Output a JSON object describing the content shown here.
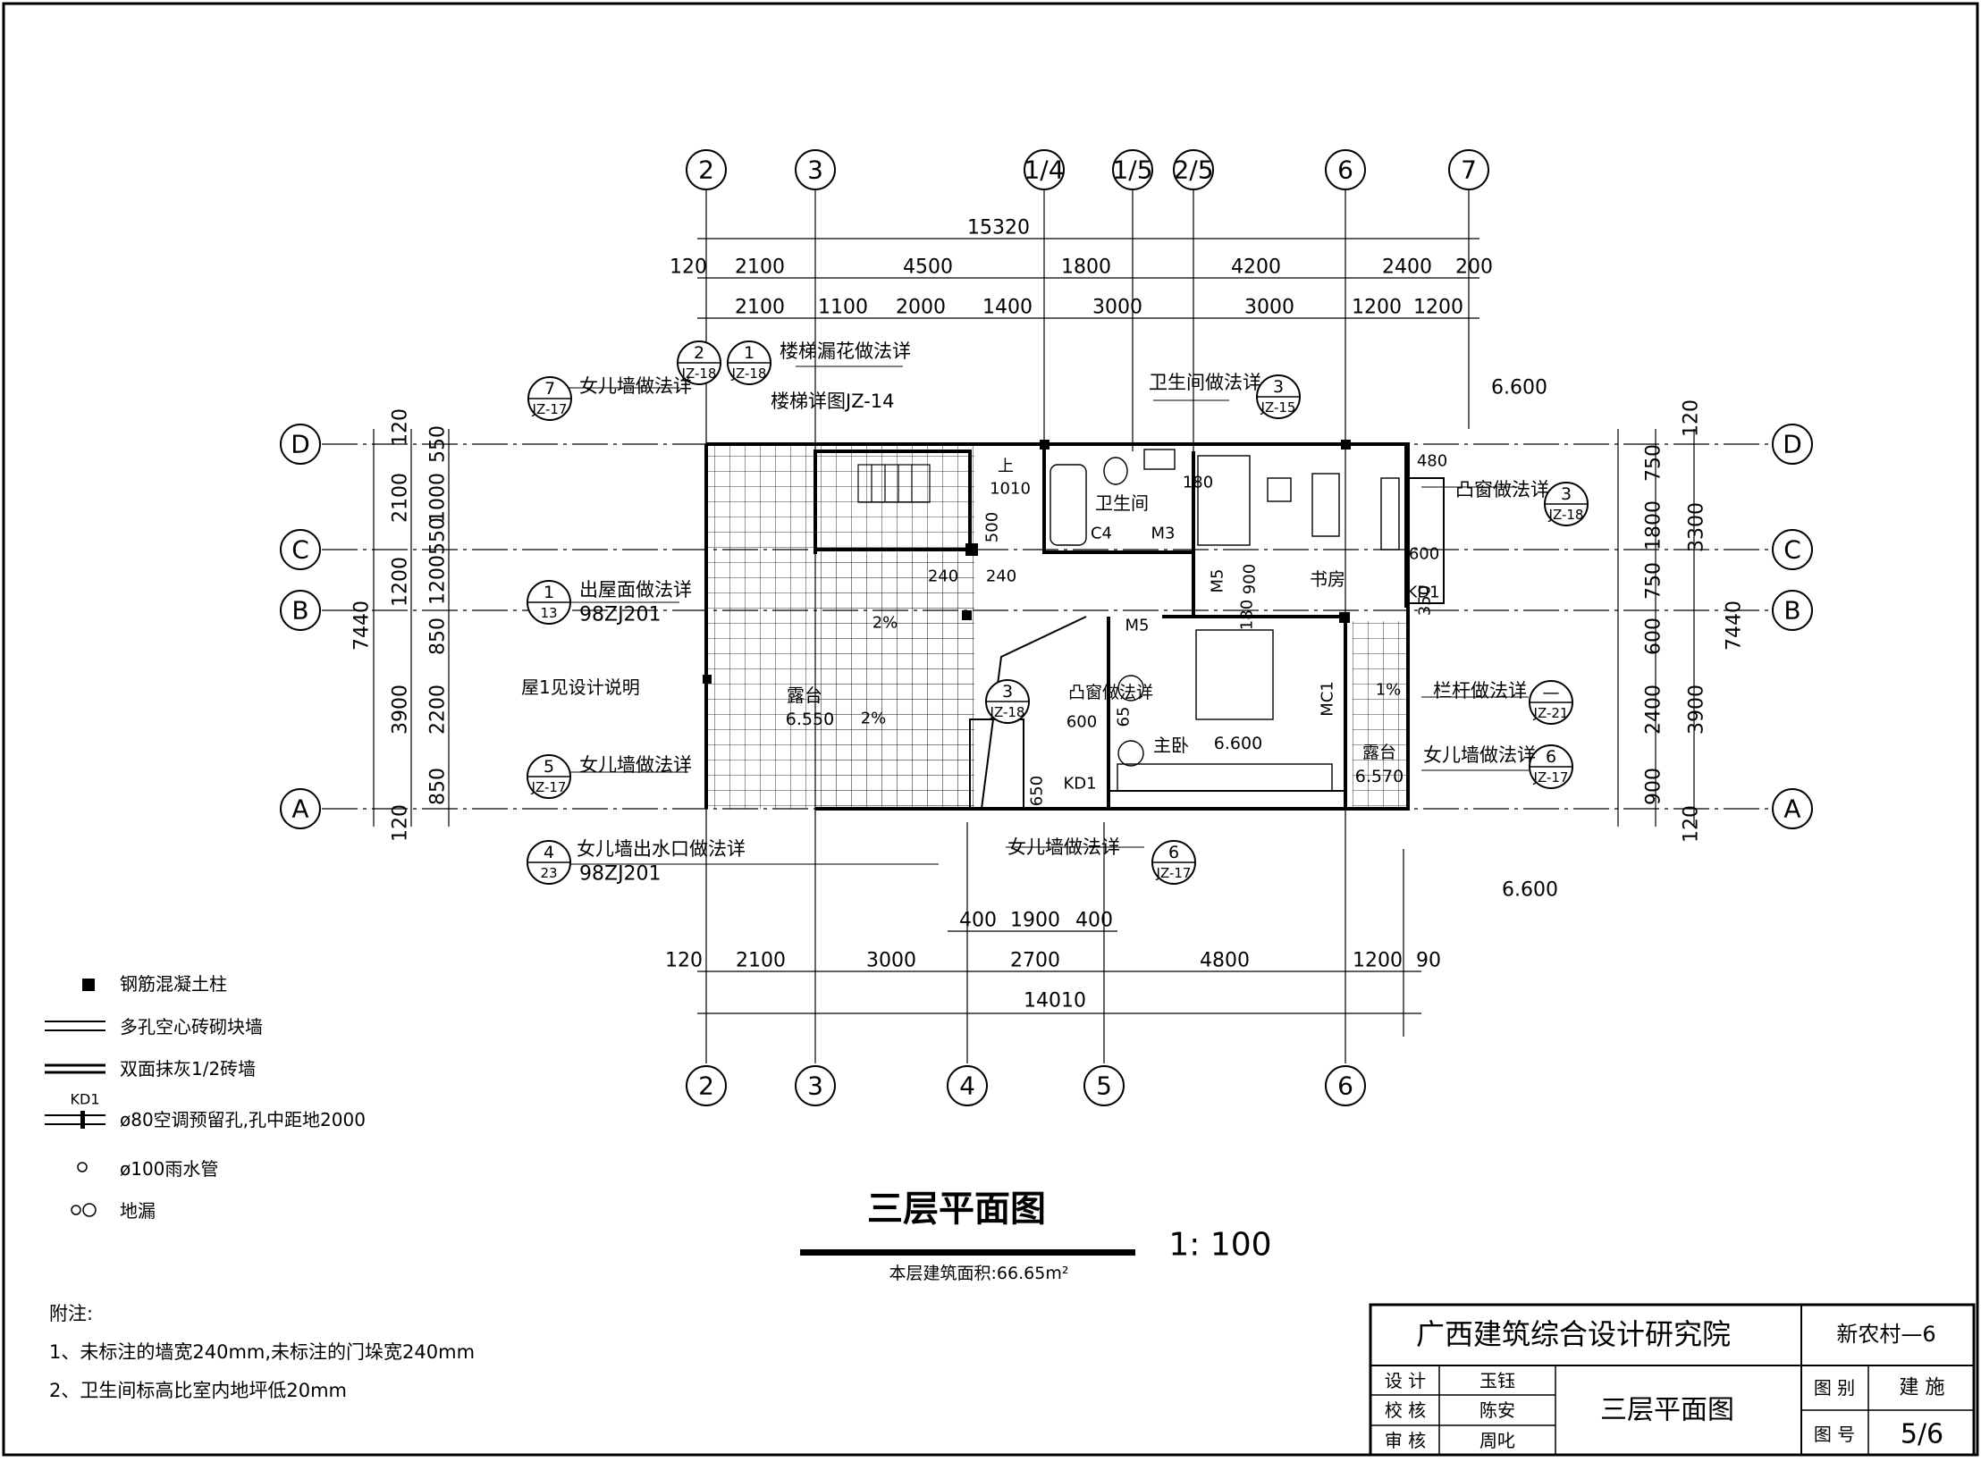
{
  "title": "三层平面图",
  "scale": "1: 100",
  "area": "本层建筑面积:66.65m²",
  "axes_top": [
    "2",
    "3",
    "1/4",
    "1/5",
    "2/5",
    "6",
    "7"
  ],
  "axes_bottom": [
    "2",
    "3",
    "4",
    "5",
    "6"
  ],
  "axes_side": [
    "D",
    "C",
    "B",
    "A"
  ],
  "dims": {
    "top_total": "15320",
    "top_row1": [
      "120",
      "2100",
      "4500",
      "1800",
      "4200",
      "2400",
      "200"
    ],
    "top_row2": [
      "2100",
      "1100",
      "2000",
      "1400",
      "3000",
      "3000",
      "1200",
      "1200"
    ],
    "bottom_row0": [
      "400",
      "1900",
      "400"
    ],
    "bottom_row1": [
      "120",
      "2100",
      "3000",
      "2700",
      "4800",
      "1200",
      "90"
    ],
    "bottom_total": "14010",
    "left_total": "7440",
    "left_row1": [
      "120",
      "2100",
      "1200",
      "3900",
      "120"
    ],
    "left_row2": [
      "550",
      "1000",
      "550",
      "1200",
      "850",
      "2200",
      "850"
    ],
    "right_total": "7440",
    "right_row1": [
      "3300",
      "3900"
    ],
    "right_row2": [
      "120",
      "750",
      "1800",
      "750",
      "600",
      "2400",
      "900",
      "120"
    ]
  },
  "annotations": {
    "parapet_top": "女儿墙做法详",
    "parapet_top_ref": [
      "7",
      "JZ-17"
    ],
    "stair_flower": "楼梯漏花做法详",
    "stair_refs": [
      [
        "2",
        "JZ-18"
      ],
      [
        "1",
        "JZ-18"
      ]
    ],
    "stair_detail": "楼梯详图JZ-14",
    "wc_detail": "卫生间做法详",
    "wc_ref": [
      "3",
      "JZ-15"
    ],
    "elev_top": "6.600",
    "bay_window": "凸窗做法详",
    "bay_ref": [
      "3",
      "JZ-18"
    ],
    "roof_exit": "出屋面做法详",
    "roof_exit_ref": [
      "1",
      "13"
    ],
    "roof_exit_std": "98ZJ201",
    "roof_note": "屋1见设计说明",
    "parapet_left": "女儿墙做法详",
    "parapet_left_ref": [
      "5",
      "JZ-17"
    ],
    "outlet": "女儿墙出水口做法详",
    "outlet_ref": [
      "4",
      "23"
    ],
    "outlet_std": "98ZJ201",
    "parapet_bottom": "女儿墙做法详",
    "parapet_bottom_ref": [
      "6",
      "JZ-17"
    ],
    "railing": "栏杆做法详",
    "railing_ref": [
      "—",
      "JZ-21"
    ],
    "parapet_right": "女儿墙做法详",
    "parapet_right_ref": [
      "6",
      "JZ-17"
    ],
    "bay_window_mid": "凸窗做法详",
    "bay_mid_ref": [
      "3",
      "JZ-18"
    ],
    "elev_bottom": "6.600"
  },
  "rooms": {
    "wc": "卫生间",
    "study": "书房",
    "master": "主卧",
    "terrace_left": "露台",
    "terrace_left_elev": "6.550",
    "terrace_right": "露台",
    "terrace_right_elev": "6.570",
    "master_elev": "6.600"
  },
  "labels": {
    "c4": "C4",
    "m3": "M3",
    "m5a": "M5",
    "m5b": "M5",
    "mc1": "MC1",
    "kd1a": "KD1",
    "kd1b": "KD1",
    "up": "上",
    "slope1": "2%",
    "slope2": "2%",
    "slope3": "1%",
    "d1010": "1010",
    "d500": "500",
    "d240a": "240",
    "d240b": "240",
    "d180a": "180",
    "d180b": "180",
    "d900": "900",
    "d600a": "600",
    "d600b": "600",
    "d350": "350",
    "d480": "480",
    "d650": "650",
    "d65": "65"
  },
  "legend": [
    {
      "icon": "column-icon",
      "label": "钢筋混凝土柱"
    },
    {
      "icon": "block-wall-icon",
      "label": "多孔空心砖砌块墙"
    },
    {
      "icon": "half-brick-wall-icon",
      "label": "双面抹灰1/2砖墙"
    },
    {
      "icon": "ac-hole-icon",
      "label": "ø80空调预留孔,孔中距地2000",
      "tag": "KD1"
    },
    {
      "icon": "drain-pipe-icon",
      "label": "ø100雨水管"
    },
    {
      "icon": "floor-drain-icon",
      "label": "地漏"
    }
  ],
  "notes": {
    "heading": "附注:",
    "items": [
      "1、未标注的墙宽240mm,未标注的门垛宽240mm",
      "2、卫生间标高比室内地坪低20mm"
    ]
  },
  "title_block": {
    "institute": "广西建筑综合设计研究院",
    "project": "新农村—6",
    "design_label": "设 计",
    "design_name": "玉钰",
    "check_label": "校 核",
    "check_name": "陈安",
    "review_label": "审 核",
    "review_name": "周叱",
    "drawing_name": "三层平面图",
    "category_label": "图 别",
    "category": "建 施",
    "number_label": "图 号",
    "number": "5/6"
  }
}
